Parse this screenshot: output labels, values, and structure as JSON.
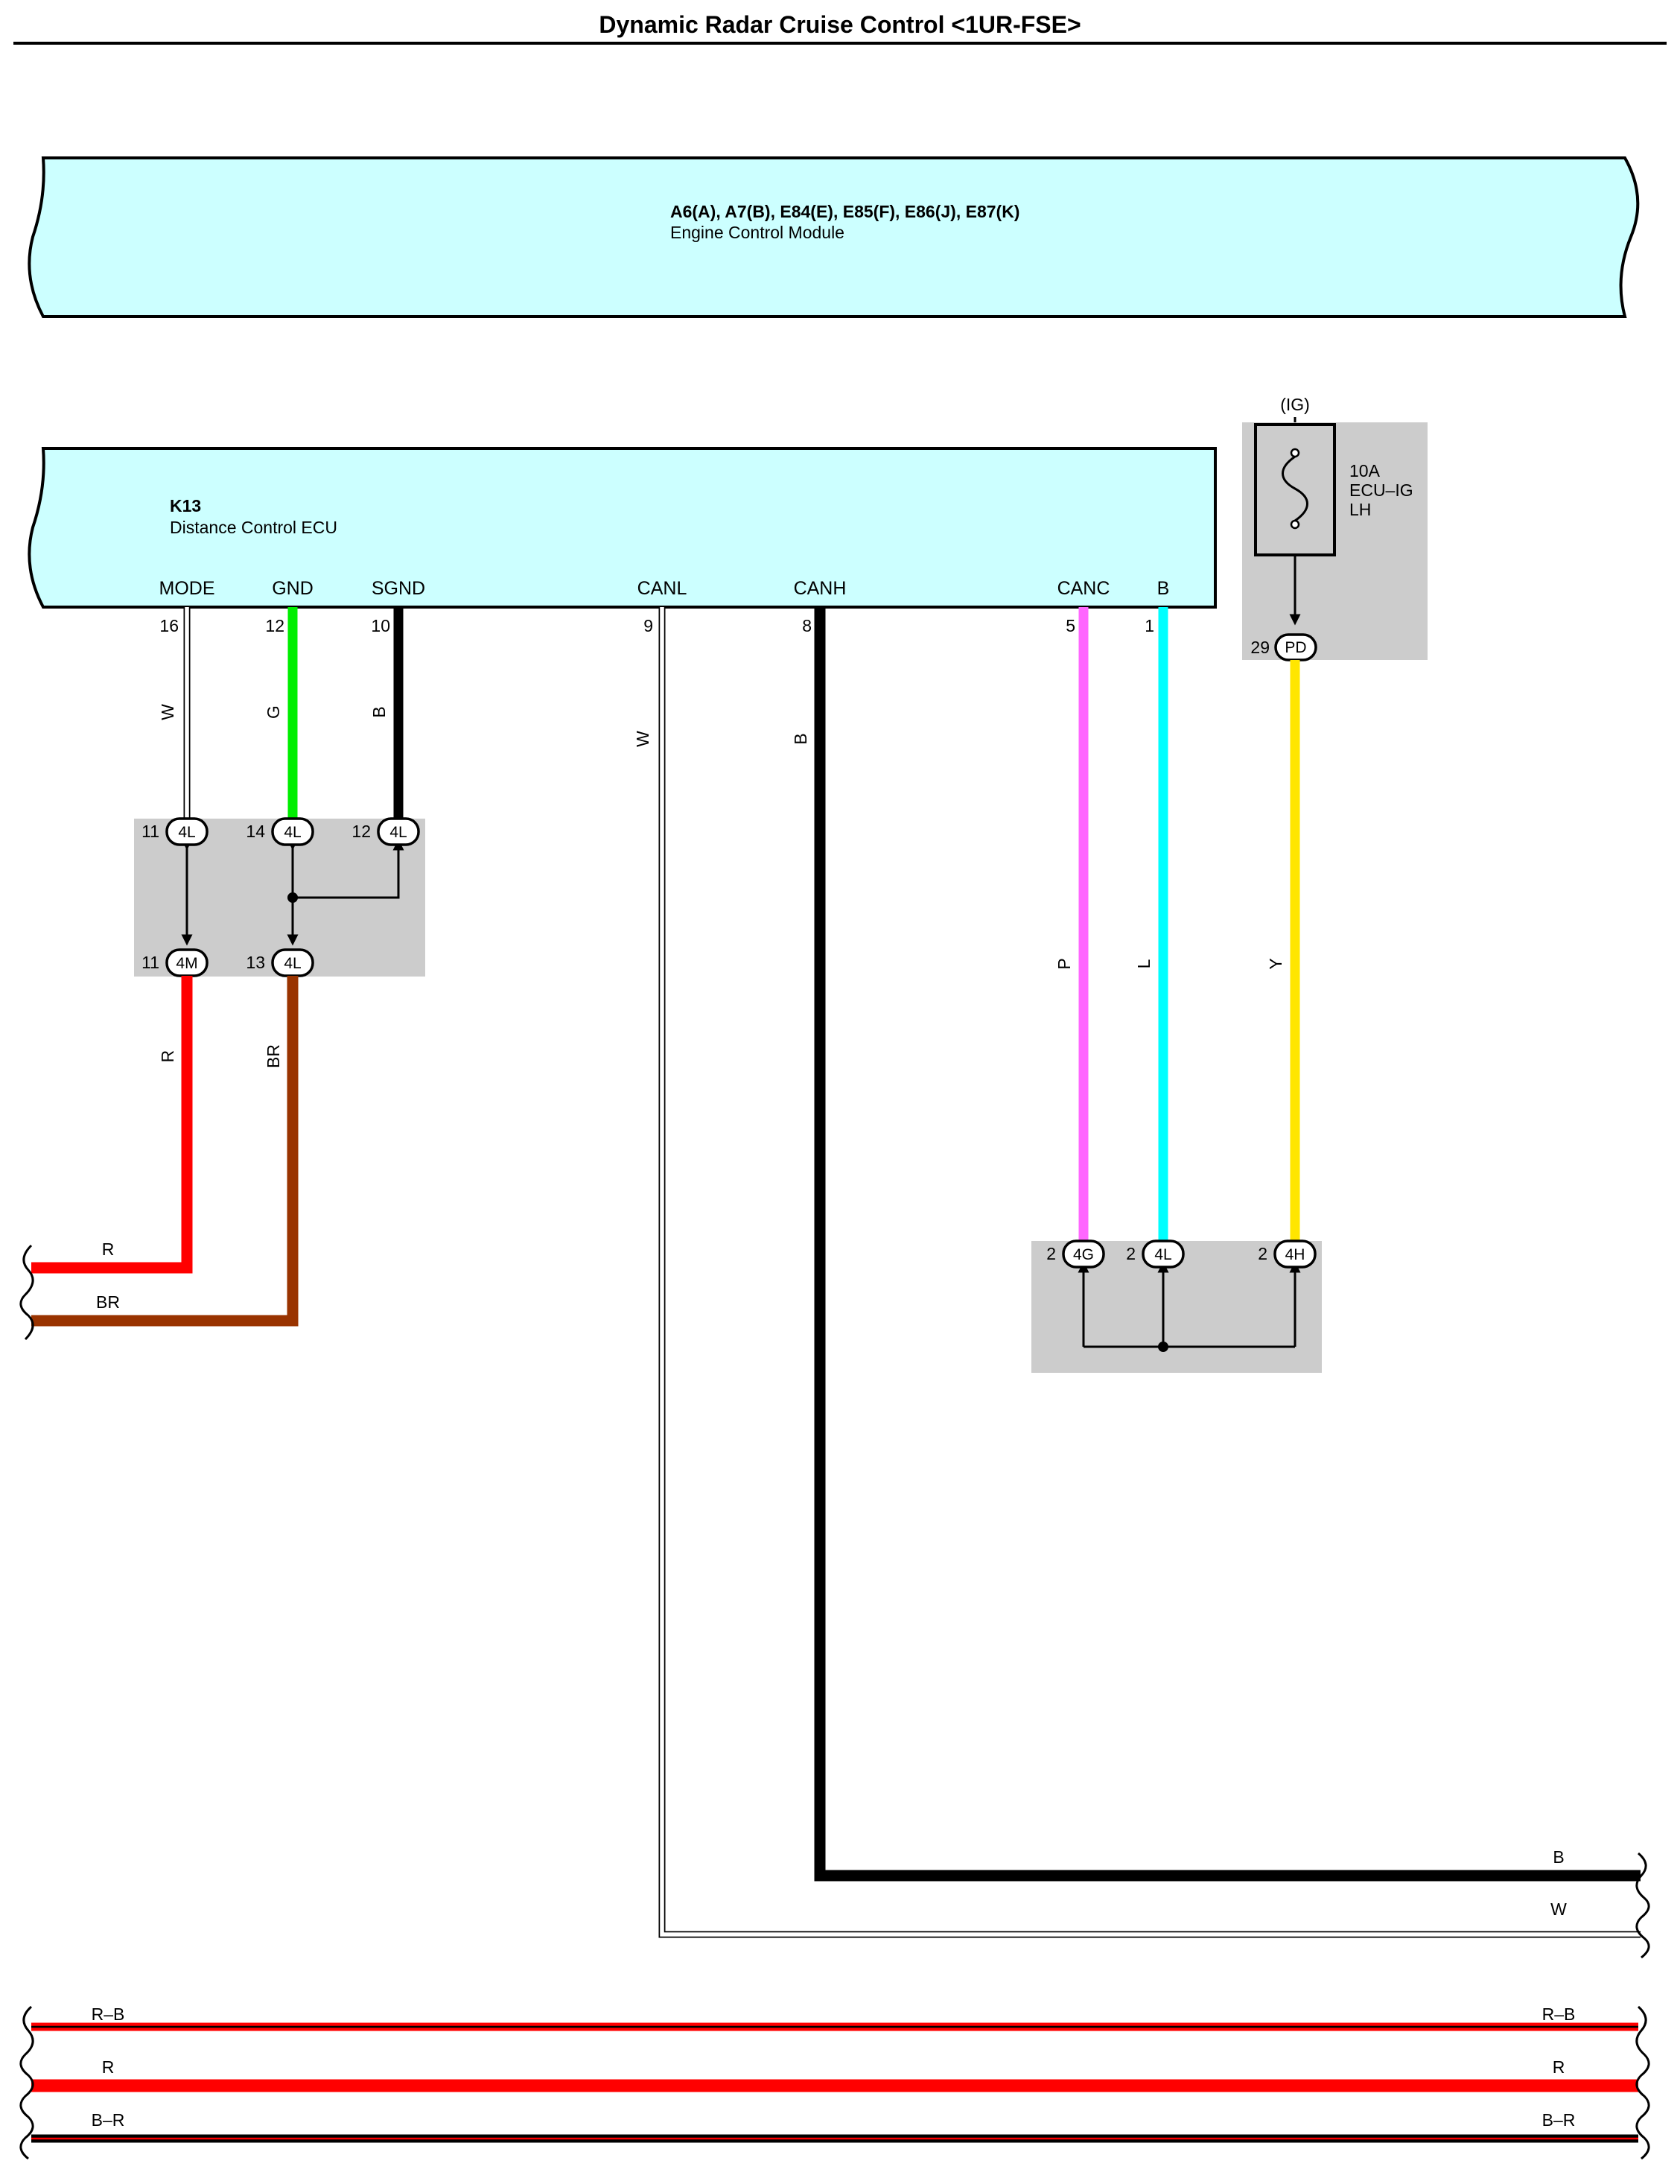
{
  "title": "Dynamic Radar Cruise Control <1UR-FSE>",
  "colors": {
    "module_fill": "#ccffff",
    "junction_fill": "#cccccc",
    "R": "#ff0000",
    "BR": "#993300",
    "G": "#00ee00",
    "B": "#000000",
    "W": "#ffffff",
    "P": "#ff66ff",
    "L": "#00ffff",
    "Y": "#ffe600"
  },
  "modules": {
    "ecm": {
      "id": "A6(A), A7(B), E84(E), E85(F), E86(J), E87(K)",
      "name": "Engine Control Module"
    },
    "dce": {
      "id": "K13",
      "name": "Distance Control ECU",
      "pins": [
        {
          "name": "MODE",
          "number": "16",
          "wire": "W"
        },
        {
          "name": "GND",
          "number": "12",
          "wire": "G"
        },
        {
          "name": "SGND",
          "number": "10",
          "wire": "B"
        },
        {
          "name": "CANL",
          "number": "9",
          "wire": "W"
        },
        {
          "name": "CANH",
          "number": "8",
          "wire": "B"
        },
        {
          "name": "CANC",
          "number": "5",
          "wire": "P"
        },
        {
          "name": "B",
          "number": "1",
          "wire": "L"
        }
      ]
    }
  },
  "fuse": {
    "supply": "(IG)",
    "rating": "10A",
    "name_line1": "ECU–IG",
    "name_line2": "LH",
    "pin": "29",
    "connector": "PD",
    "wire": "Y"
  },
  "junction_left": {
    "top": [
      {
        "pin": "11",
        "conn": "4L"
      },
      {
        "pin": "14",
        "conn": "4L"
      },
      {
        "pin": "12",
        "conn": "4L"
      }
    ],
    "bottom": [
      {
        "pin": "11",
        "conn": "4M",
        "wire": "R"
      },
      {
        "pin": "13",
        "conn": "4L",
        "wire": "BR"
      }
    ]
  },
  "junction_right": [
    {
      "pin": "2",
      "conn": "4G"
    },
    {
      "pin": "2",
      "conn": "4L"
    },
    {
      "pin": "2",
      "conn": "4H"
    }
  ],
  "left_outputs": [
    "R",
    "BR"
  ],
  "right_outputs": [
    "B",
    "W"
  ],
  "bottom_buses": [
    {
      "left": "R–B",
      "right": "R–B"
    },
    {
      "left": "R",
      "right": "R"
    },
    {
      "left": "B–R",
      "right": "B–R"
    }
  ]
}
